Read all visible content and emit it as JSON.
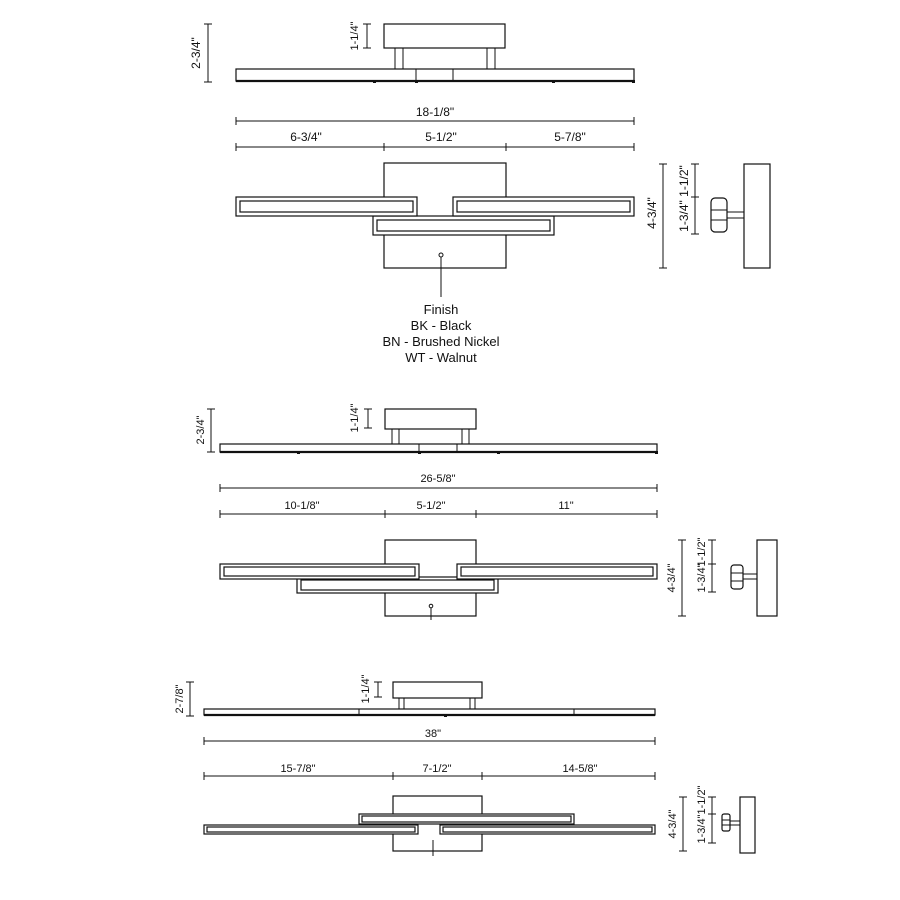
{
  "fixture_1": {
    "side_height": "2-3/4\"",
    "canopy_depth": "1-1/4\"",
    "overall_width": "18-1/8\"",
    "seg_left": "6-3/4\"",
    "seg_mid": "5-1/2\"",
    "seg_right": "5-7/8\"",
    "height": "4-3/4\"",
    "canopy_offset": "1-1/2\"",
    "bar_offset": "1-3/4\""
  },
  "finish": {
    "title": "Finish",
    "options": [
      "BK - Black",
      "BN - Brushed Nickel",
      "WT - Walnut"
    ]
  },
  "fixture_2": {
    "side_height": "2-3/4\"",
    "canopy_depth": "1-1/4\"",
    "overall_width": "26-5/8\"",
    "seg_left": "10-1/8\"",
    "seg_mid": "5-1/2\"",
    "seg_right": "11\"",
    "height": "4-3/4\"",
    "canopy_offset": "1-1/2\"",
    "bar_offset": "1-3/4\""
  },
  "fixture_3": {
    "side_height": "2-7/8\"",
    "canopy_depth": "1-1/4\"",
    "overall_width": "38\"",
    "seg_left": "15-7/8\"",
    "seg_mid": "7-1/2\"",
    "seg_right": "14-5/8\"",
    "height": "4-3/4\"",
    "canopy_offset": "1-1/2\"",
    "bar_offset": "1-3/4\""
  }
}
